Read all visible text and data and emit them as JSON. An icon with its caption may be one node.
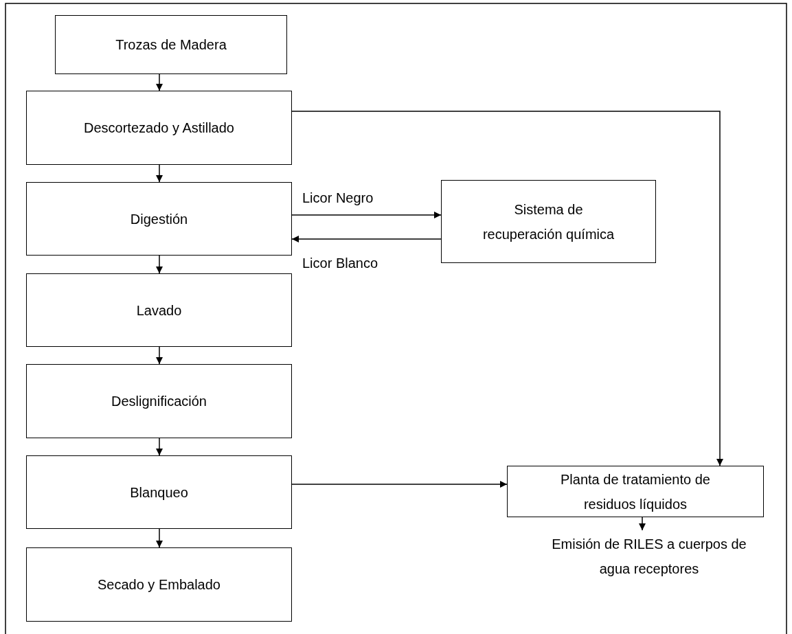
{
  "diagram": {
    "nodes": [
      {
        "text": [
          "Trozas de Madera"
        ]
      },
      {
        "text": [
          "Descortezado y Astillado"
        ]
      },
      {
        "text": [
          "Digestión"
        ]
      },
      {
        "text": [
          "Lavado"
        ]
      },
      {
        "text": [
          "Deslignificación"
        ]
      },
      {
        "text": [
          "Blanqueo"
        ]
      },
      {
        "text": [
          "Secado y Embalado"
        ]
      },
      {
        "text": [
          "Sistema de recuperación química"
        ]
      },
      {
        "text": [
          "Planta de tratamiento de residuos líquidos"
        ]
      },
      {
        "text": [
          "Emisión de RILES a cuerpos de agua receptores"
        ]
      }
    ],
    "edges": [
      {
        "from": 0,
        "to": 1,
        "arrow": "to"
      },
      {
        "from": 1,
        "to": 2,
        "arrow": "to"
      },
      {
        "from": 2,
        "to": 3,
        "arrow": "to"
      },
      {
        "from": 3,
        "to": 4,
        "arrow": "to"
      },
      {
        "from": 4,
        "to": 5,
        "arrow": "to"
      },
      {
        "from": 5,
        "to": 6,
        "arrow": "to"
      },
      {
        "from": 1,
        "to": 8,
        "arrow": "to"
      },
      {
        "from": 2,
        "to": 7,
        "arrow": "to",
        "label": "Licor Negro"
      },
      {
        "from": 7,
        "to": 2,
        "arrow": "to",
        "label": "Licor Blanco"
      },
      {
        "from": 5,
        "to": 8,
        "arrow": "to"
      },
      {
        "from": 8,
        "to": 9,
        "arrow": "to"
      }
    ]
  }
}
